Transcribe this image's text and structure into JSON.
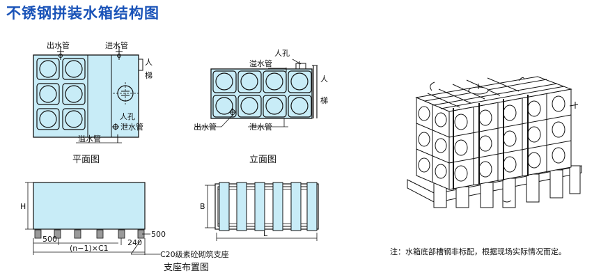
{
  "title": "不锈钢拼装水箱结构图",
  "plan_view": {
    "caption": "平面图",
    "outlet": "出水管",
    "inlet": "进水管",
    "ladder": "人梯",
    "ladder_1": "人",
    "ladder_2": "梯",
    "manhole": "人孔",
    "drain": "泄水管",
    "overflow": "溢水管"
  },
  "elevation_view": {
    "caption": "立面图",
    "manhole": "人孔",
    "overflow": "溢水管",
    "ladder_1": "人",
    "ladder_2": "梯",
    "outlet": "出水管",
    "drain": "泄水管"
  },
  "support_view": {
    "caption": "支座布置图",
    "h_label": "H",
    "dim_500_right": "500",
    "dim_500_left": "500",
    "dim_pitch": "(n−1)×C1",
    "dim_240": "240",
    "support_note": "C20级素砼砌筑支座",
    "b_label": "B",
    "l_label": "L"
  },
  "note": "注：水箱底部槽钢非标配，根据现场实际情况而定。",
  "colors": {
    "title": "#1a53b8",
    "tank_fill": "#c8ecf7",
    "line": "#1a1a1a"
  }
}
